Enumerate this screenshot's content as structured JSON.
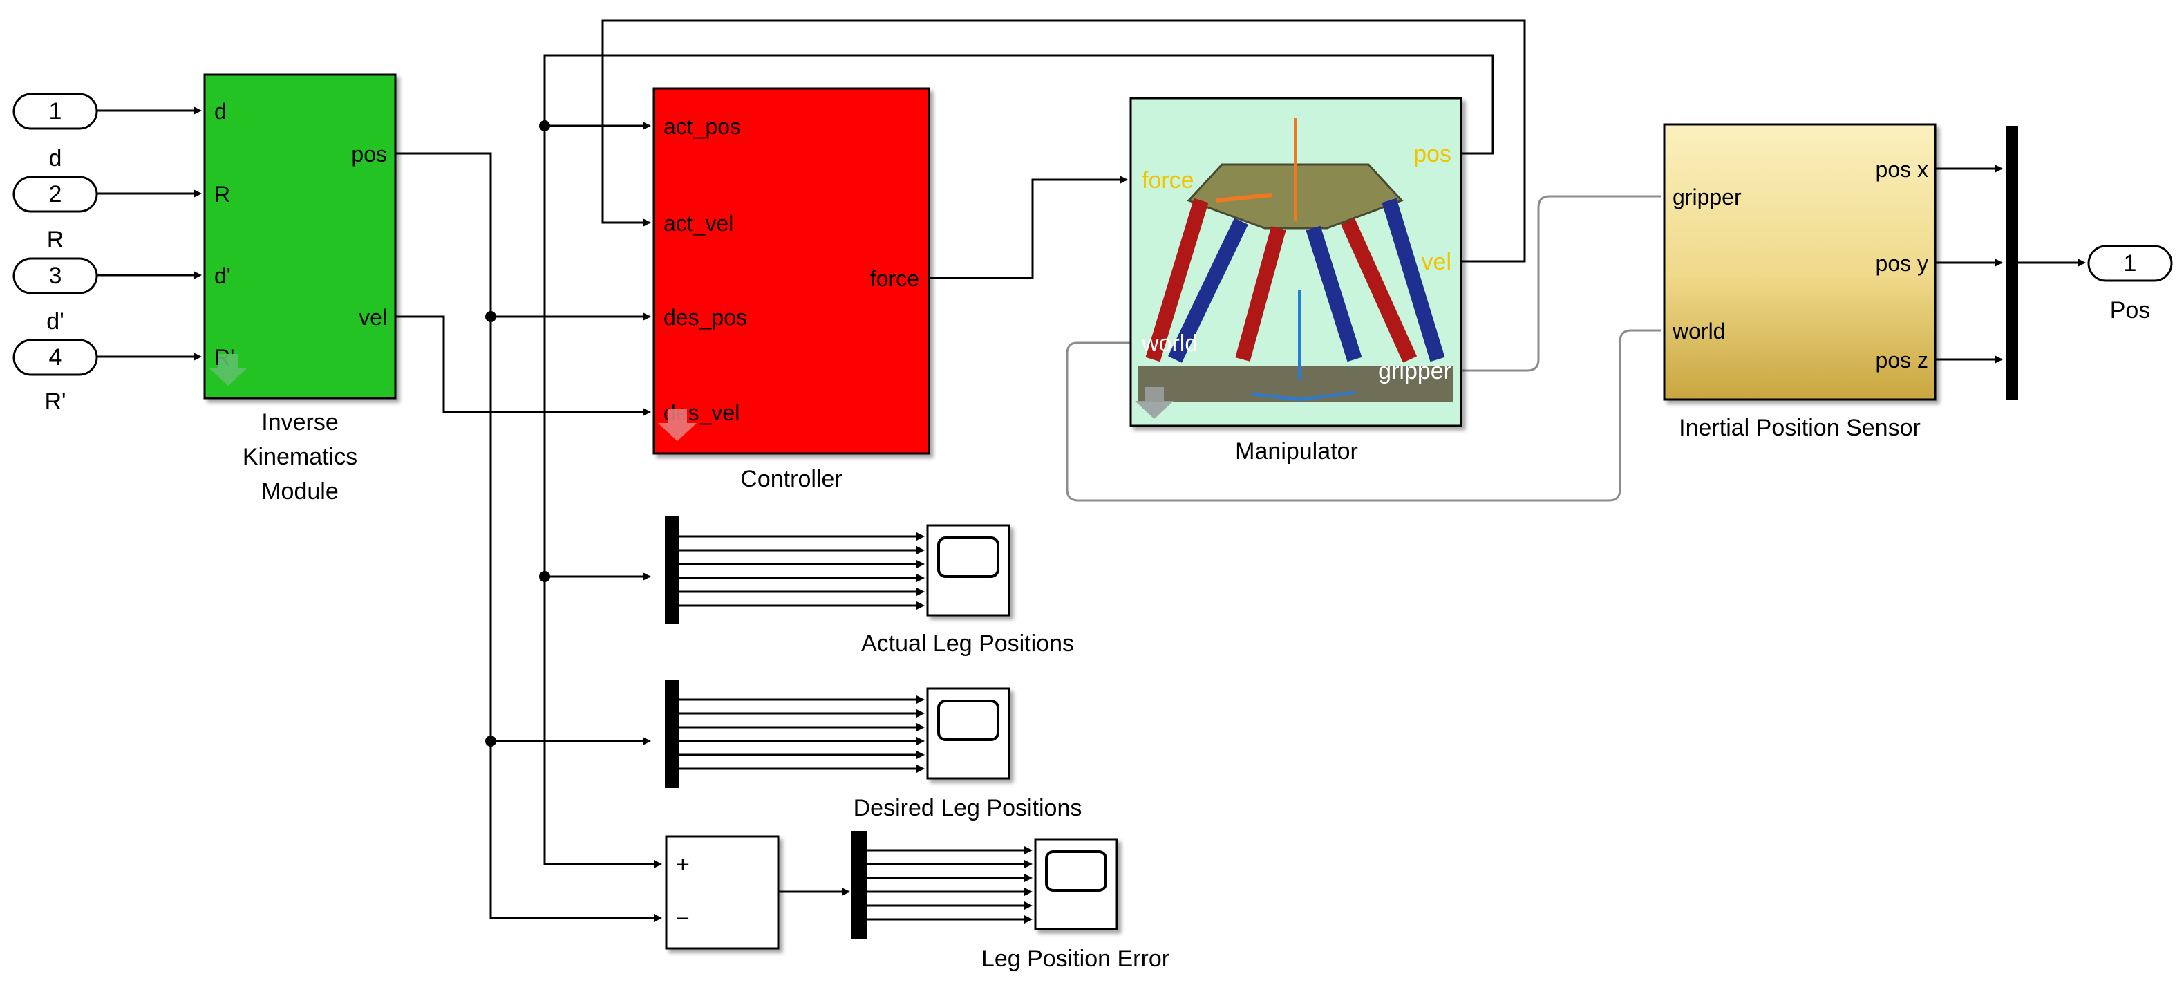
{
  "inports": [
    {
      "number": "1",
      "name": "d"
    },
    {
      "number": "2",
      "name": "R"
    },
    {
      "number": "3",
      "name": "d'"
    },
    {
      "number": "4",
      "name": "R'"
    }
  ],
  "ik_block": {
    "name_lines": [
      "Inverse",
      "Kinematics",
      "Module"
    ],
    "inputs": [
      "d",
      "R",
      "d'",
      "R'"
    ],
    "outputs": [
      "pos",
      "vel"
    ],
    "color": "#22c322"
  },
  "controller": {
    "name": "Controller",
    "inputs": [
      "act_pos",
      "act_vel",
      "des_pos",
      "des_vel"
    ],
    "output": "force",
    "color": "#ff0000"
  },
  "manipulator": {
    "name": "Manipulator",
    "left_ports": [
      "force",
      "world"
    ],
    "right_ports": [
      "pos",
      "vel",
      "gripper"
    ],
    "color": "#c8f5dc"
  },
  "sensor": {
    "name": "Inertial Position Sensor",
    "inputs": [
      "gripper",
      "world"
    ],
    "outputs": [
      "pos x",
      "pos y",
      "pos z"
    ]
  },
  "outport": {
    "number": "1",
    "name": "Pos"
  },
  "scopes": [
    {
      "name": "Actual Leg Positions"
    },
    {
      "name": "Desired Leg Positions"
    },
    {
      "name": "Leg Position Error"
    }
  ],
  "sum_block": {
    "signs": [
      "+",
      "−"
    ]
  },
  "colors": {
    "ik_green": "#22c322",
    "controller_red": "#ff0000",
    "manip_bg": "#c8f5dc",
    "sensor_top": "#f8ecb4",
    "sensor_bottom": "#c8a640",
    "yellow_port": "#f2c400"
  }
}
